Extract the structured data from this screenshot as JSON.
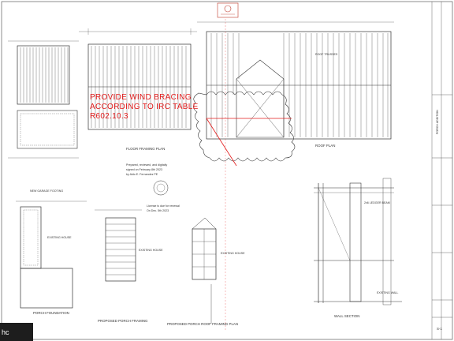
{
  "note": {
    "line1": "PROVIDE WIND BRACING",
    "line2": "ACCORDING TO IRC TABLE",
    "line3": "R602.10.3"
  },
  "plan_titles": {
    "floor_framing": "FLOOR FRAMING PLAN",
    "roof_plan": "ROOF PLAN",
    "foundation": "PORCH FOUNDATION",
    "porch_framing": "PROPOSED PORCH FRAMING",
    "porch_roof": "PROPOSED PORCH ROOF FRAMING PLAN",
    "wall_section": "WALL SECTION"
  },
  "sheet_labels": {
    "new_garage": "NEW GARAGE FOOTING",
    "existing_house_1": "EXISTING HOUSE",
    "existing_house_2": "EXISTING HOUSE",
    "existing_house_3": "EXISTING HOUSE",
    "roof_trusses": "ROOF TRUSSES",
    "ledger": "2x6 LEDGER BEAM",
    "existing_wall": "EXISTING WALL"
  },
  "signature_block": {
    "line1": "Prepared, reviewed, and digitally",
    "line2": "signed on February 8th 2023",
    "line3": "by Aldo E. Fernandez PE",
    "line4": "License is due for renewal",
    "line5": "On Dec. 5th 2023"
  },
  "title_block": {
    "project": "PORCH ADDITION",
    "sheet": "S-1"
  },
  "logo": {
    "text": "hc"
  },
  "colors": {
    "ink": "#333333",
    "red": "#e21b1b",
    "paper": "#ffffff"
  }
}
